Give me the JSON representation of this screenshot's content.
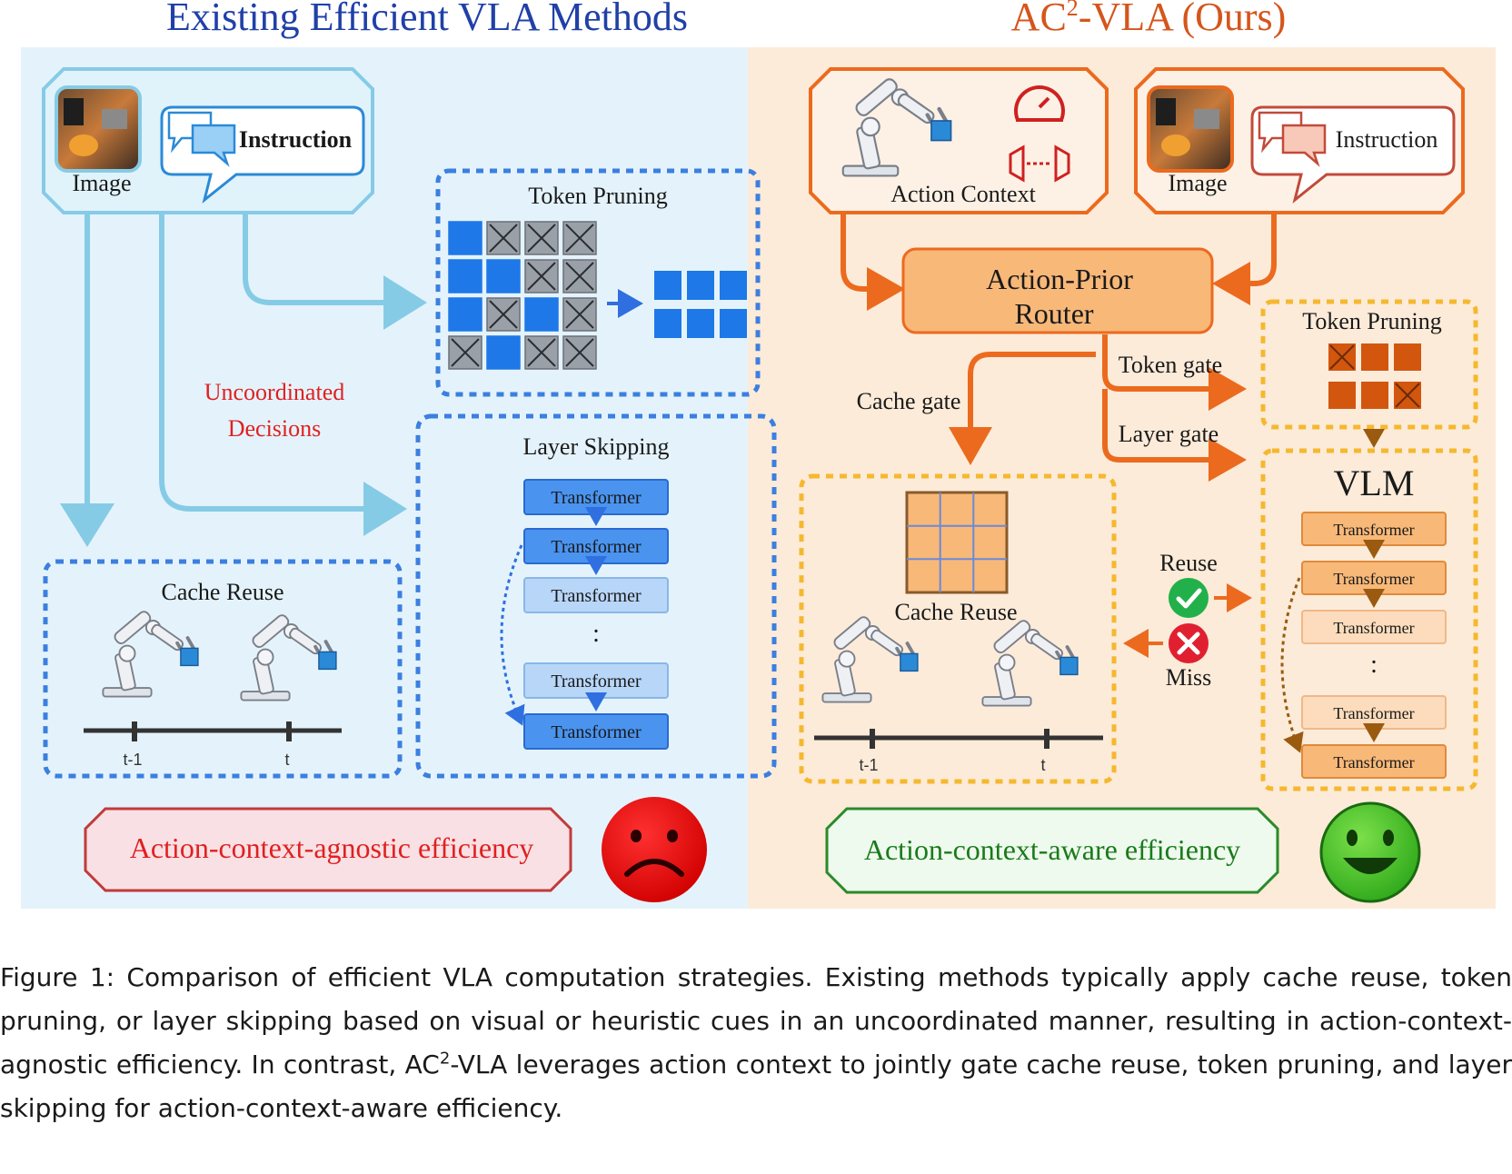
{
  "left_panel": {
    "title": "Existing Efficient VLA Methods",
    "image_label": "Image",
    "instruction_label": "Instruction",
    "token_pruning_title": "Token Pruning",
    "layer_skipping_title": "Layer Skipping",
    "cache_reuse_title": "Cache Reuse",
    "uncoordinated_line1": "Uncoordinated",
    "uncoordinated_line2": "Decisions",
    "transformer_label": "Transformer",
    "ellipsis": ":",
    "timeline_prev": "t-1",
    "timeline_curr": "t",
    "verdict": "Action-context-agnostic efficiency",
    "verdict_icon": "sad-face-icon"
  },
  "right_panel": {
    "title_prefix": "AC",
    "title_sup": "2",
    "title_suffix": "-VLA (Ours)",
    "action_context_label": "Action Context",
    "image_label": "Image",
    "instruction_label": "Instruction",
    "router_line1": "Action-Prior",
    "router_line2": "Router",
    "token_gate": "Token gate",
    "layer_gate": "Layer gate",
    "cache_gate": "Cache gate",
    "token_pruning_title": "Token Pruning",
    "vlm_title": "VLM",
    "transformer_label": "Transformer",
    "ellipsis": ":",
    "cache_reuse_title": "Cache Reuse",
    "reuse_label": "Reuse",
    "miss_label": "Miss",
    "timeline_prev": "t-1",
    "timeline_curr": "t",
    "verdict": "Action-context-aware efficiency",
    "verdict_icon": "happy-face-icon"
  },
  "caption": {
    "label": "Figure 1:",
    "text_part1": " Comparison of efficient VLA computation strategies. Existing methods typically apply cache reuse, token pruning, or layer skipping based on visual or heuristic cues in an uncoordinated manner, resulting in action-context-agnostic efficiency. In contrast, AC",
    "sup": "2",
    "text_part2": "-VLA leverages action context to jointly gate cache reuse, token pruning, and layer skipping for action-context-aware efficiency."
  },
  "colors": {
    "left_bg": "#e4f3fb",
    "right_bg": "#fcebd9",
    "blue_title": "#2040a8",
    "orange_title": "#d4561c",
    "blue_dash": "#3b7fe0",
    "orange_dash": "#f5b82e",
    "light_blue_arrow": "#86cbe6",
    "orange_arrow": "#ec6a1e",
    "red_text": "#e02020",
    "green_text": "#1a7a1a"
  }
}
